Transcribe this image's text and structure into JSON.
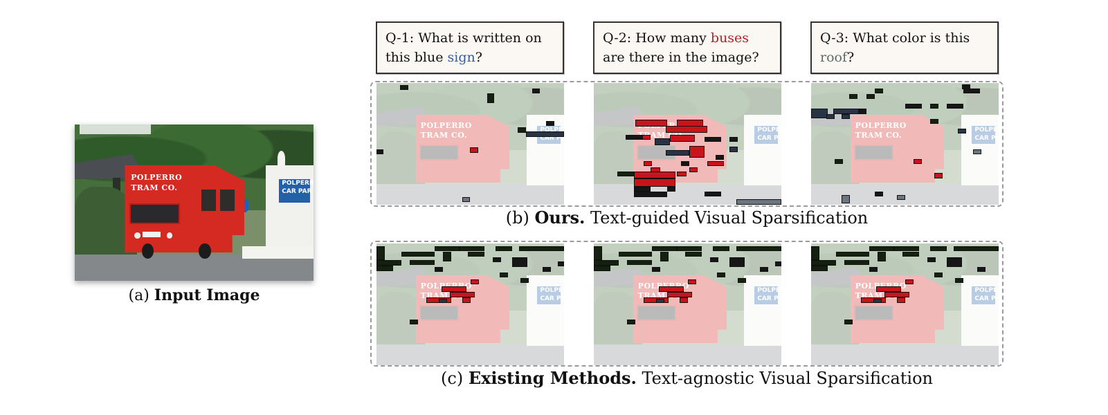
{
  "figure": {
    "input": {
      "caption_prefix": "(a)",
      "caption_bold": "Input Image",
      "bus_text_line1": "POLPERRO",
      "bus_text_line2": "TRAM CO.",
      "sign_line1": "POLPERR",
      "sign_line2": "CAR PAR"
    },
    "questions": [
      {
        "label": "Q-1:",
        "text_before": "What is written on this blue ",
        "highlight": "sign",
        "text_after": "?",
        "highlight_color": "#2c5fa8"
      },
      {
        "label": "Q-2:",
        "text_before": "How many ",
        "highlight": "buses",
        "text_after": " are there in the image?",
        "highlight_color": "#b1242a"
      },
      {
        "label": "Q-3:",
        "text_before": "What color is this ",
        "highlight": "roof",
        "text_after": "?",
        "highlight_color": "#5e6a6a"
      }
    ],
    "ours": {
      "caption_prefix": "(b)",
      "caption_bold": "Ours.",
      "caption_rest": "Text-guided Visual Sparsification"
    },
    "existing": {
      "caption_prefix": "(c)",
      "caption_bold": "Existing Methods.",
      "caption_rest": "Text-agnostic Visual Sparsification"
    },
    "colors": {
      "frame_dash": "#9a9a9a",
      "token_red": "#c8141b",
      "token_green": "#14210f",
      "bus_red": "#d42a22",
      "sign_blue": "#2261a8"
    }
  }
}
